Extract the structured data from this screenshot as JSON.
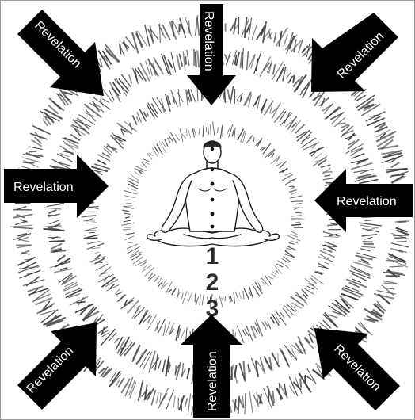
{
  "arrows": {
    "top": "Revelation",
    "top_left": "Revelation",
    "top_right": "Revelation",
    "left": "Revelation",
    "right": "Revelation",
    "bottom_left": "Revelation",
    "bottom": "Revelation",
    "bottom_right": "Revelation"
  },
  "levels": [
    "1",
    "2",
    "3"
  ],
  "colors": {
    "arrow": "#000000",
    "arrow_text": "#ffffff",
    "rings": "#3a3a3a",
    "figure_line": "#1a1a1a"
  },
  "figure": {
    "icon": "meditating-figure-icon"
  }
}
